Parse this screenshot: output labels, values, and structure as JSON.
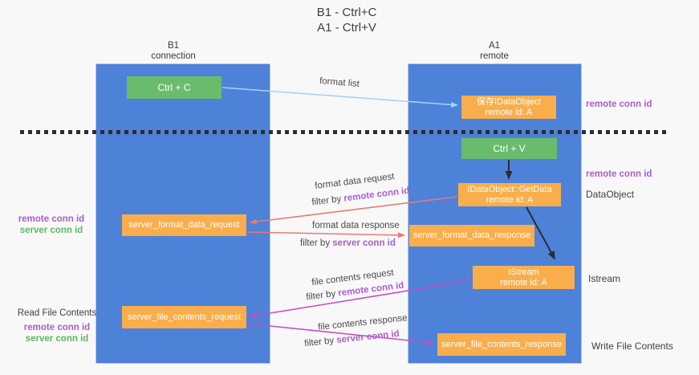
{
  "title": {
    "line1": "B1 - Ctrl+C",
    "line2": "A1 - Ctrl+V"
  },
  "columns": {
    "left": {
      "name": "B1",
      "role": "connection"
    },
    "right": {
      "name": "A1",
      "role": "remote"
    }
  },
  "boxes": {
    "ctrl_c": {
      "label": "Ctrl + C"
    },
    "ctrl_v": {
      "label": "Ctrl + V"
    },
    "save_idataobject": {
      "line1": "保存IDataObject",
      "line2": "remote id: A"
    },
    "getdata": {
      "line1": "IDataObject::GetData",
      "line2": "remote id: A"
    },
    "istream": {
      "line1": "IStream",
      "line2": "remote id: A"
    },
    "format_request": {
      "label": "server_format_data_request"
    },
    "format_response": {
      "label": "server_format_data_response"
    },
    "file_request": {
      "label": "server_file_contents_request"
    },
    "file_response": {
      "label": "server_file_contents_response"
    }
  },
  "arrow_labels": {
    "format_list": "format list",
    "format_data_request": "format data request",
    "format_data_response": "format data response",
    "file_contents_request": "file contents request",
    "file_contents_response": "file contents response",
    "filter_by": "filter by",
    "remote_conn_id": "remote conn id",
    "server_conn_id": "server conn id"
  },
  "side_labels": {
    "left_format": {
      "remote": "remote conn id",
      "server": "server conn id"
    },
    "left_file": {
      "title": "Read File Contents",
      "remote": "remote conn id",
      "server": "server conn id"
    },
    "right_top_conn": "remote conn id",
    "right_mid_conn": "remote conn id",
    "right_dataobject": "DataObject",
    "right_istream": "Istream",
    "right_write": "Write File Contents"
  },
  "colors": {
    "background": "#f8f8f9",
    "column_blue": "#4d82d8",
    "box_green": "#6abc6d",
    "box_orange": "#f9ae4b",
    "arrow_lightblue": "#a5d3f0",
    "arrow_red": "#e87a72",
    "arrow_magenta": "#c44fc4",
    "arrow_black": "#2d2d2d",
    "text_purple": "#a95fc7",
    "text_green": "#5cb860",
    "text_dark": "#404040"
  }
}
